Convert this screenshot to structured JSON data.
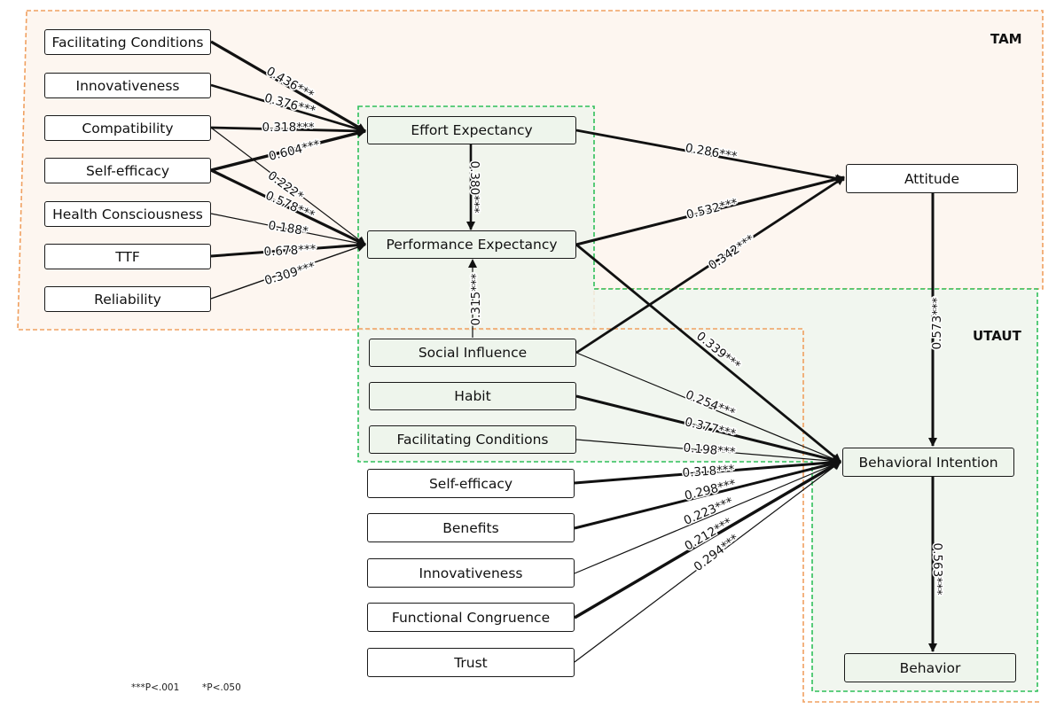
{
  "regions": {
    "tam_label": "TAM",
    "utaut_label": "UTAUT"
  },
  "colors": {
    "tam_border": "#f0a060",
    "tam_fill": "#fdf6f0",
    "utaut_border": "#2fbf5a",
    "utaut_fill": "#eef5ec",
    "line": "#111111"
  },
  "nodes": {
    "fc1": "Facilitating Conditions",
    "innov1": "Innovativeness",
    "compat": "Compatibility",
    "se1": "Self-efficacy",
    "health": "Health Consciousness",
    "ttf": "TTF",
    "rel": "Reliability",
    "ee": "Effort Expectancy",
    "pe": "Performance Expectancy",
    "si": "Social Influence",
    "habit": "Habit",
    "fc2": "Facilitating Conditions",
    "se2": "Self-efficacy",
    "benefits": "Benefits",
    "innov2": "Innovativeness",
    "fcong": "Functional Congruence",
    "trust": "Trust",
    "att": "Attitude",
    "bi": "Behavioral Intention",
    "beh": "Behavior"
  },
  "paths": [
    {
      "from": "fc1",
      "to": "ee",
      "coef": "0.436***"
    },
    {
      "from": "innov1",
      "to": "ee",
      "coef": "0.376***"
    },
    {
      "from": "compat",
      "to": "ee",
      "coef": "0.318***"
    },
    {
      "from": "se1",
      "to": "ee",
      "coef": "0.604***"
    },
    {
      "from": "compat",
      "to": "pe",
      "coef": "0.222*"
    },
    {
      "from": "se1",
      "to": "pe",
      "coef": "0.578***"
    },
    {
      "from": "health",
      "to": "pe",
      "coef": "0.188*"
    },
    {
      "from": "ttf",
      "to": "pe",
      "coef": "0.678***"
    },
    {
      "from": "rel",
      "to": "pe",
      "coef": "0.309***"
    },
    {
      "from": "ee",
      "to": "pe",
      "coef": "0.380***"
    },
    {
      "from": "si",
      "to": "pe",
      "coef": "0.315***"
    },
    {
      "from": "ee",
      "to": "att",
      "coef": "0.286***"
    },
    {
      "from": "pe",
      "to": "att",
      "coef": "0.532***"
    },
    {
      "from": "si",
      "to": "att",
      "coef": "0.342***"
    },
    {
      "from": "pe",
      "to": "bi",
      "coef": "0.339***"
    },
    {
      "from": "si",
      "to": "bi",
      "coef": "0.254***"
    },
    {
      "from": "habit",
      "to": "bi",
      "coef": "0.377***"
    },
    {
      "from": "fc2",
      "to": "bi",
      "coef": "0.198***"
    },
    {
      "from": "se2",
      "to": "bi",
      "coef": "0.318***"
    },
    {
      "from": "benefits",
      "to": "bi",
      "coef": "0.298***"
    },
    {
      "from": "innov2",
      "to": "bi",
      "coef": "0.223***"
    },
    {
      "from": "fcong",
      "to": "bi",
      "coef": "0.212***"
    },
    {
      "from": "trust",
      "to": "bi",
      "coef": "0.294***"
    },
    {
      "from": "att",
      "to": "bi",
      "coef": "0.573***"
    },
    {
      "from": "bi",
      "to": "beh",
      "coef": "0.563***"
    }
  ],
  "footnote": {
    "sig1": "***P<.001",
    "sig2": "*P<.050"
  }
}
